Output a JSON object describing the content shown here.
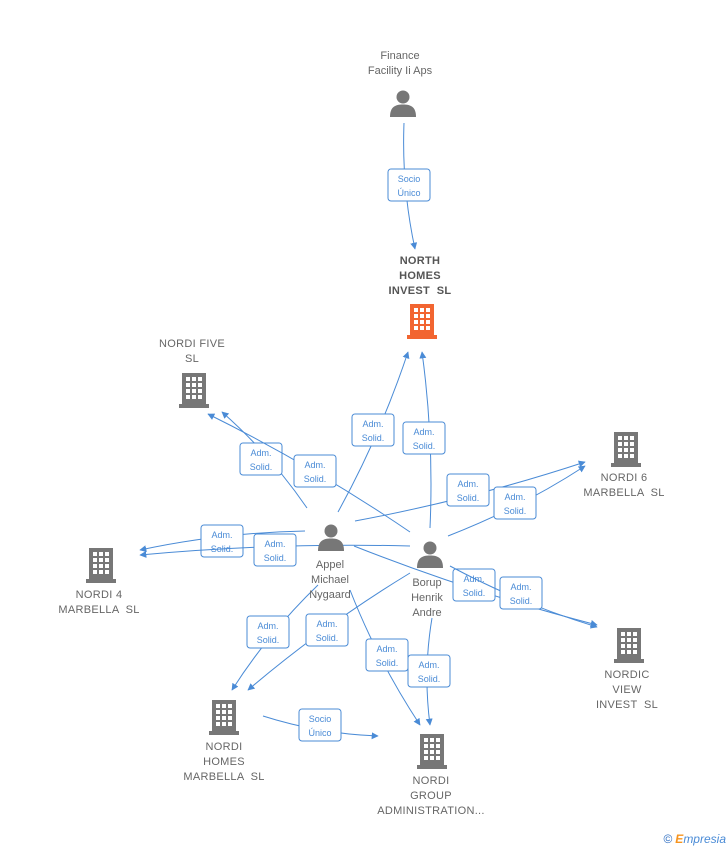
{
  "colors": {
    "edge": "#4a8bd6",
    "icon": "#777777",
    "highlight": "#f26531",
    "label": "#666666"
  },
  "nodes": [
    {
      "id": "finance",
      "type": "person",
      "lines": [
        "Finance",
        "Facility Ii Aps"
      ]
    },
    {
      "id": "north",
      "type": "company",
      "main": true,
      "lines": [
        "NORTH",
        "HOMES",
        "INVEST  SL"
      ]
    },
    {
      "id": "five",
      "type": "company",
      "lines": [
        "NORDI FIVE",
        "SL"
      ]
    },
    {
      "id": "six",
      "type": "company",
      "lines": [
        "NORDI 6",
        "MARBELLA  SL"
      ]
    },
    {
      "id": "four",
      "type": "company",
      "lines": [
        "NORDI 4",
        "MARBELLA  SL"
      ]
    },
    {
      "id": "appel",
      "type": "person",
      "lines": [
        "Appel",
        "Michael",
        "Nygaard"
      ]
    },
    {
      "id": "borup",
      "type": "person",
      "lines": [
        "Borup",
        "Henrik",
        "Andre"
      ]
    },
    {
      "id": "view",
      "type": "company",
      "lines": [
        "NORDIC",
        "VIEW",
        "INVEST  SL"
      ]
    },
    {
      "id": "homes",
      "type": "company",
      "lines": [
        "NORDI",
        "HOMES",
        "MARBELLA  SL"
      ]
    },
    {
      "id": "group",
      "type": "company",
      "lines": [
        "NORDI",
        "GROUP",
        "ADMINISTRATION..."
      ]
    }
  ],
  "edges": [
    {
      "from": "finance",
      "to": "north",
      "label": [
        "Socio",
        "Único"
      ]
    },
    {
      "from": "appel",
      "to": "north",
      "label": [
        "Adm.",
        "Solid."
      ]
    },
    {
      "from": "borup",
      "to": "north",
      "label": [
        "Adm.",
        "Solid."
      ]
    },
    {
      "from": "appel",
      "to": "five",
      "label": [
        "Adm.",
        "Solid."
      ]
    },
    {
      "from": "borup",
      "to": "five",
      "label": [
        "Adm.",
        "Solid."
      ]
    },
    {
      "from": "appel",
      "to": "six",
      "label": [
        "Adm.",
        "Solid."
      ]
    },
    {
      "from": "borup",
      "to": "six",
      "label": [
        "Adm.",
        "Solid."
      ]
    },
    {
      "from": "appel",
      "to": "four",
      "label": [
        "Adm.",
        "Solid."
      ]
    },
    {
      "from": "borup",
      "to": "four",
      "label": [
        "Adm.",
        "Solid."
      ]
    },
    {
      "from": "appel",
      "to": "view",
      "label": [
        "Adm.",
        "Solid."
      ]
    },
    {
      "from": "borup",
      "to": "view",
      "label": [
        "Adm.",
        "Solid."
      ]
    },
    {
      "from": "appel",
      "to": "homes",
      "label": [
        "Adm.",
        "Solid."
      ]
    },
    {
      "from": "borup",
      "to": "homes",
      "label": [
        "Adm.",
        "Solid."
      ]
    },
    {
      "from": "appel",
      "to": "group",
      "label": [
        "Adm.",
        "Solid."
      ]
    },
    {
      "from": "borup",
      "to": "group",
      "label": [
        "Adm.",
        "Solid."
      ]
    },
    {
      "from": "homes",
      "to": "group",
      "label": [
        "Socio",
        "Único"
      ]
    }
  ],
  "footer": {
    "copyright": "©",
    "brand_initial": "E",
    "brand_rest": "mpresia"
  }
}
